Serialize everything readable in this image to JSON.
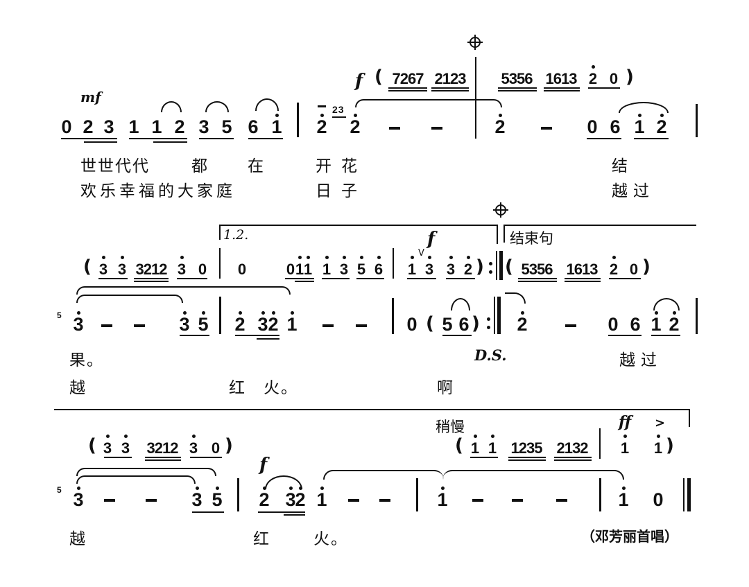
{
  "score": {
    "system1": {
      "dynamic_mf": "mf",
      "dynamic_f": "f",
      "intro_notes": [
        "0",
        "2",
        "3",
        "1",
        "1",
        "2",
        "3",
        "5",
        "6",
        "1"
      ],
      "grace": "23",
      "bar2_notes": [
        "2",
        "2"
      ],
      "bar3_notes": [
        "2",
        "0",
        "6",
        "1",
        "2"
      ],
      "accomp_open": "(",
      "accomp_group1": "7267",
      "accomp_group2": "2123",
      "accomp_group3": "5356",
      "accomp_group4": "1613",
      "accomp_tail": [
        "2",
        "0"
      ],
      "accomp_close": ")",
      "coda_sign": "coda",
      "lyrics_line1": [
        "世世代代",
        "都",
        "在",
        "开花",
        "结"
      ],
      "lyrics_line2": [
        "欢乐幸福的大家庭",
        "日子",
        "越过"
      ]
    },
    "system2": {
      "volta1_label": "1.2.",
      "ending_label": "结束句",
      "dynamic_f": "f",
      "grace": "5",
      "accomp_a": [
        "3",
        "3"
      ],
      "accomp_a_group": "3212",
      "accomp_a_tail": [
        "3",
        "0"
      ],
      "accomp_b": [
        "0",
        "0",
        "1",
        "1",
        "1",
        "3",
        "5",
        "6"
      ],
      "accomp_c": [
        "1",
        "3",
        "3",
        "2"
      ],
      "accomp_d_group1": "5356",
      "accomp_d_group2": "1613",
      "accomp_d_tail": [
        "2",
        "0"
      ],
      "melody_a": [
        "3",
        "3",
        "5"
      ],
      "melody_b": [
        "2",
        "3",
        "2",
        "1"
      ],
      "melody_c": [
        "0",
        "5",
        "6"
      ],
      "melody_d": [
        "2",
        "0",
        "6",
        "1",
        "2"
      ],
      "ds": "D.S.",
      "lyrics_line1": [
        "果。",
        "越过"
      ],
      "lyrics_line2": [
        "越",
        "红",
        "火。",
        "啊"
      ],
      "breath": "V"
    },
    "system3": {
      "tempo_mark": "稍慢",
      "dynamic_f": "f",
      "dynamic_ff": "ff",
      "accent": ">",
      "grace": "5",
      "accomp_a": [
        "3",
        "3"
      ],
      "accomp_a_group": "3212",
      "accomp_a_tail": [
        "3",
        "0"
      ],
      "accomp_b": [
        "1",
        "1"
      ],
      "accomp_b_group1": "1235",
      "accomp_b_group2": "2132",
      "accomp_c": [
        "1",
        "1"
      ],
      "melody_a": [
        "3",
        "3",
        "5"
      ],
      "melody_b": [
        "2",
        "3",
        "2",
        "1"
      ],
      "melody_c": [
        "1"
      ],
      "melody_d": [
        "1",
        "0"
      ],
      "lyrics": [
        "越",
        "红",
        "火。"
      ],
      "credit": "（邓芳丽首唱）"
    }
  }
}
